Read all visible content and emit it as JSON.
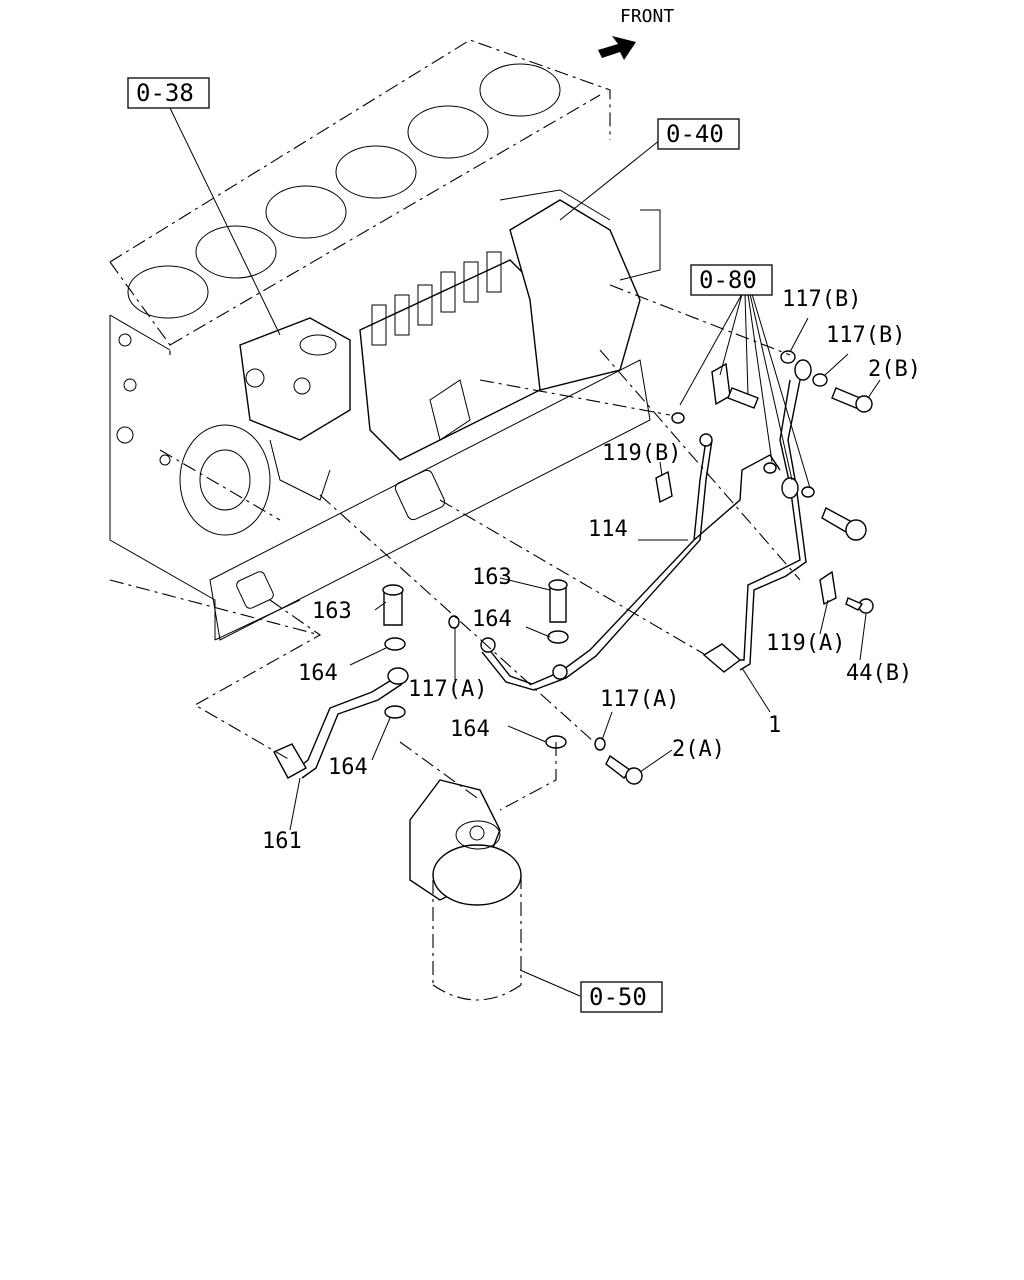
{
  "front_label": "FRONT",
  "refs": {
    "r038": "0-38",
    "r040": "0-40",
    "r080": "0-80",
    "r050": "0-50"
  },
  "callouts": {
    "c117B_1": "117(B)",
    "c117B_2": "117(B)",
    "c2B": "2(B)",
    "c119B": "119(B)",
    "c114": "114",
    "c163_1": "163",
    "c163_2": "163",
    "c164_1": "164",
    "c164_2": "164",
    "c164_3": "164",
    "c164_4": "164",
    "c117A_1": "117(A)",
    "c117A_2": "117(A)",
    "c119A": "119(A)",
    "c44B": "44(B)",
    "c1": "1",
    "c2A": "2(A)",
    "c161": "161"
  }
}
